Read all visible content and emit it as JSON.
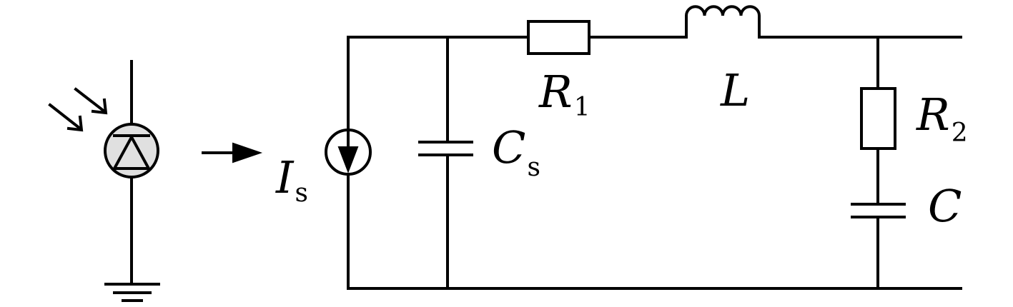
{
  "labels": {
    "current_source": {
      "main": "I",
      "sub": "s"
    },
    "source_capacitor": {
      "main": "C",
      "sub": "s"
    },
    "resistor_1": {
      "main": "R",
      "sub": "1"
    },
    "inductor": {
      "main": "L",
      "sub": ""
    },
    "resistor_2": {
      "main": "R",
      "sub": "2"
    },
    "capacitor": {
      "main": "C",
      "sub": ""
    }
  },
  "colors": {
    "line": "#000000",
    "photodiode_fill": "#e0e0e0",
    "background": "#ffffff"
  },
  "icons": {
    "photodiode": "photodiode-icon",
    "light_arrows": "light-arrows-icon",
    "ground": "ground-icon",
    "equivalence_arrow": "right-arrow-icon",
    "current_source": "current-source-icon",
    "resistor": "resistor-icon",
    "inductor": "inductor-icon",
    "capacitor": "capacitor-icon"
  }
}
